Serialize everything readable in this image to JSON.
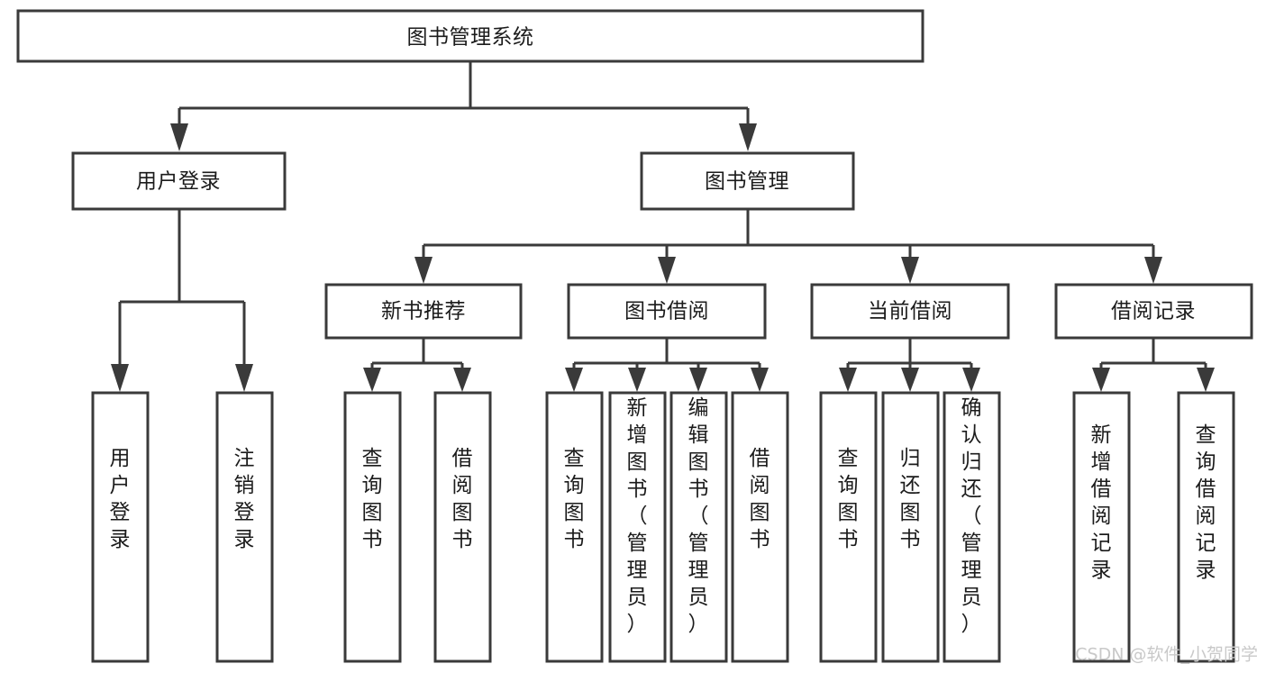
{
  "diagram": {
    "title": "图书管理系统",
    "type": "tree-hierarchy-chart",
    "watermark": "CSDN @软件_小贺同学",
    "colors": {
      "box_stroke": "#3a3a3a",
      "box_fill": "#ffffff",
      "text": "#1b1b1b",
      "background": "#ffffff",
      "watermark": "#c9c9c9"
    },
    "root": {
      "label": "图书管理系统",
      "orientation": "horizontal"
    },
    "level1": [
      {
        "label": "用户登录",
        "orientation": "horizontal"
      },
      {
        "label": "图书管理",
        "orientation": "horizontal"
      }
    ],
    "level2": [
      {
        "label": "新书推荐",
        "orientation": "horizontal"
      },
      {
        "label": "图书借阅",
        "orientation": "horizontal"
      },
      {
        "label": "当前借阅",
        "orientation": "horizontal"
      },
      {
        "label": "借阅记录",
        "orientation": "horizontal"
      }
    ],
    "leaves": {
      "user_login": [
        {
          "label": "用户登录",
          "orientation": "vertical"
        },
        {
          "label": "注销登录",
          "orientation": "vertical"
        }
      ],
      "new_book_recommend": [
        {
          "label": "查询图书",
          "orientation": "vertical"
        },
        {
          "label": "借阅图书",
          "orientation": "vertical"
        }
      ],
      "book_borrow": [
        {
          "label": "查询图书",
          "orientation": "vertical"
        },
        {
          "label": "新增图书（管理员）",
          "orientation": "vertical"
        },
        {
          "label": "编辑图书（管理员）",
          "orientation": "vertical"
        },
        {
          "label": "借阅图书",
          "orientation": "vertical"
        }
      ],
      "current_borrow": [
        {
          "label": "查询图书",
          "orientation": "vertical"
        },
        {
          "label": "归还图书",
          "orientation": "vertical"
        },
        {
          "label": "确认归还（管理员）",
          "orientation": "vertical"
        }
      ],
      "borrow_record": [
        {
          "label": "新增借阅记录",
          "orientation": "vertical"
        },
        {
          "label": "查询借阅记录",
          "orientation": "vertical"
        }
      ]
    }
  }
}
